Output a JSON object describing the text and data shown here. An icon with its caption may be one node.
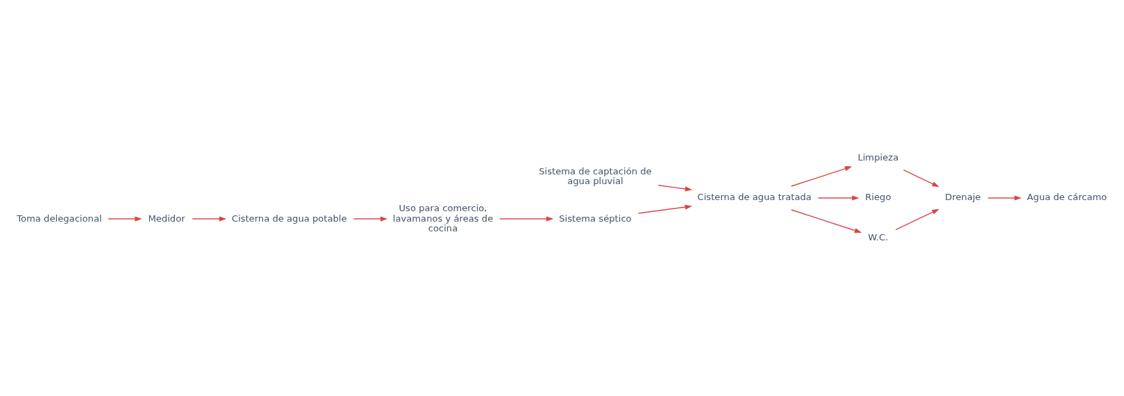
{
  "diagram": {
    "nodes": [
      {
        "text": [
          "Cisterna de agua potable"
        ]
      },
      {
        "text": [
          "Uso para comercio, lavamanos y áreas de cocina"
        ]
      },
      {
        "text": [
          "Medidor"
        ]
      },
      {
        "text": [
          "Sistema séptico"
        ]
      },
      {
        "text": [
          "Agua de cárcamo"
        ]
      },
      {
        "text": [
          "Toma delegacional"
        ]
      },
      {
        "text": [
          "Sistema de captación de agua pluvial"
        ]
      },
      {
        "text": [
          "Cisterna de agua tratada"
        ]
      },
      {
        "text": [
          "Limpieza"
        ]
      },
      {
        "text": [
          "Riego"
        ]
      },
      {
        "text": [
          "Drenaje"
        ]
      },
      {
        "text": [
          "W.C."
        ]
      }
    ],
    "edges": [
      {
        "from": 5,
        "to": 2,
        "arrow": "to"
      },
      {
        "from": 2,
        "to": 0,
        "arrow": "to"
      },
      {
        "from": 0,
        "to": 1,
        "arrow": "to"
      },
      {
        "from": 1,
        "to": 3,
        "arrow": "to"
      },
      {
        "from": 3,
        "to": 7,
        "arrow": "to"
      },
      {
        "from": 6,
        "to": 7,
        "arrow": "to"
      },
      {
        "from": 7,
        "to": 8,
        "arrow": "to"
      },
      {
        "from": 7,
        "to": 9,
        "arrow": "to"
      },
      {
        "from": 7,
        "to": 11,
        "arrow": "to"
      },
      {
        "from": 11,
        "to": 10,
        "arrow": "to"
      },
      {
        "from": 8,
        "to": 10,
        "arrow": "to"
      },
      {
        "from": 10,
        "to": 4,
        "arrow": "to"
      }
    ]
  }
}
